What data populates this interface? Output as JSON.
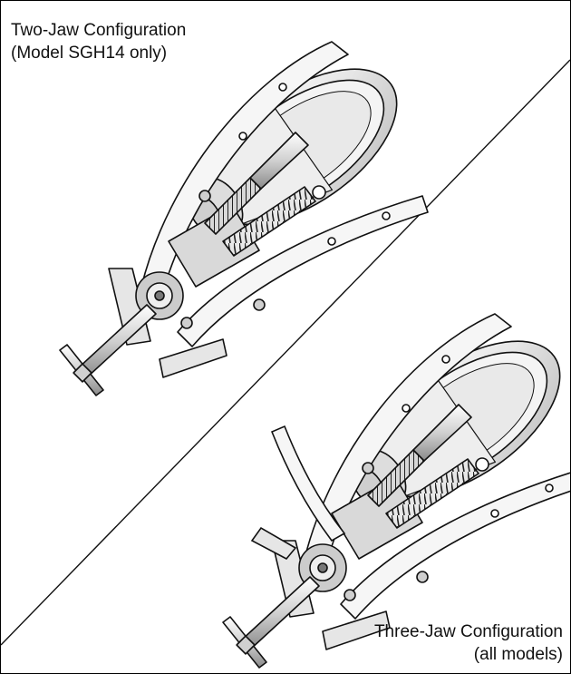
{
  "two_jaw": {
    "line1": "Two-Jaw Configuration",
    "line2": "(Model SGH14 only)"
  },
  "three_jaw": {
    "line1": "Three-Jaw Configuration",
    "line2": "(all models)"
  },
  "colors": {
    "stroke": "#111111",
    "fill_light": "#f2f2f2",
    "fill_mid": "#d9d9d9",
    "fill_dark": "#9a9a9a"
  }
}
